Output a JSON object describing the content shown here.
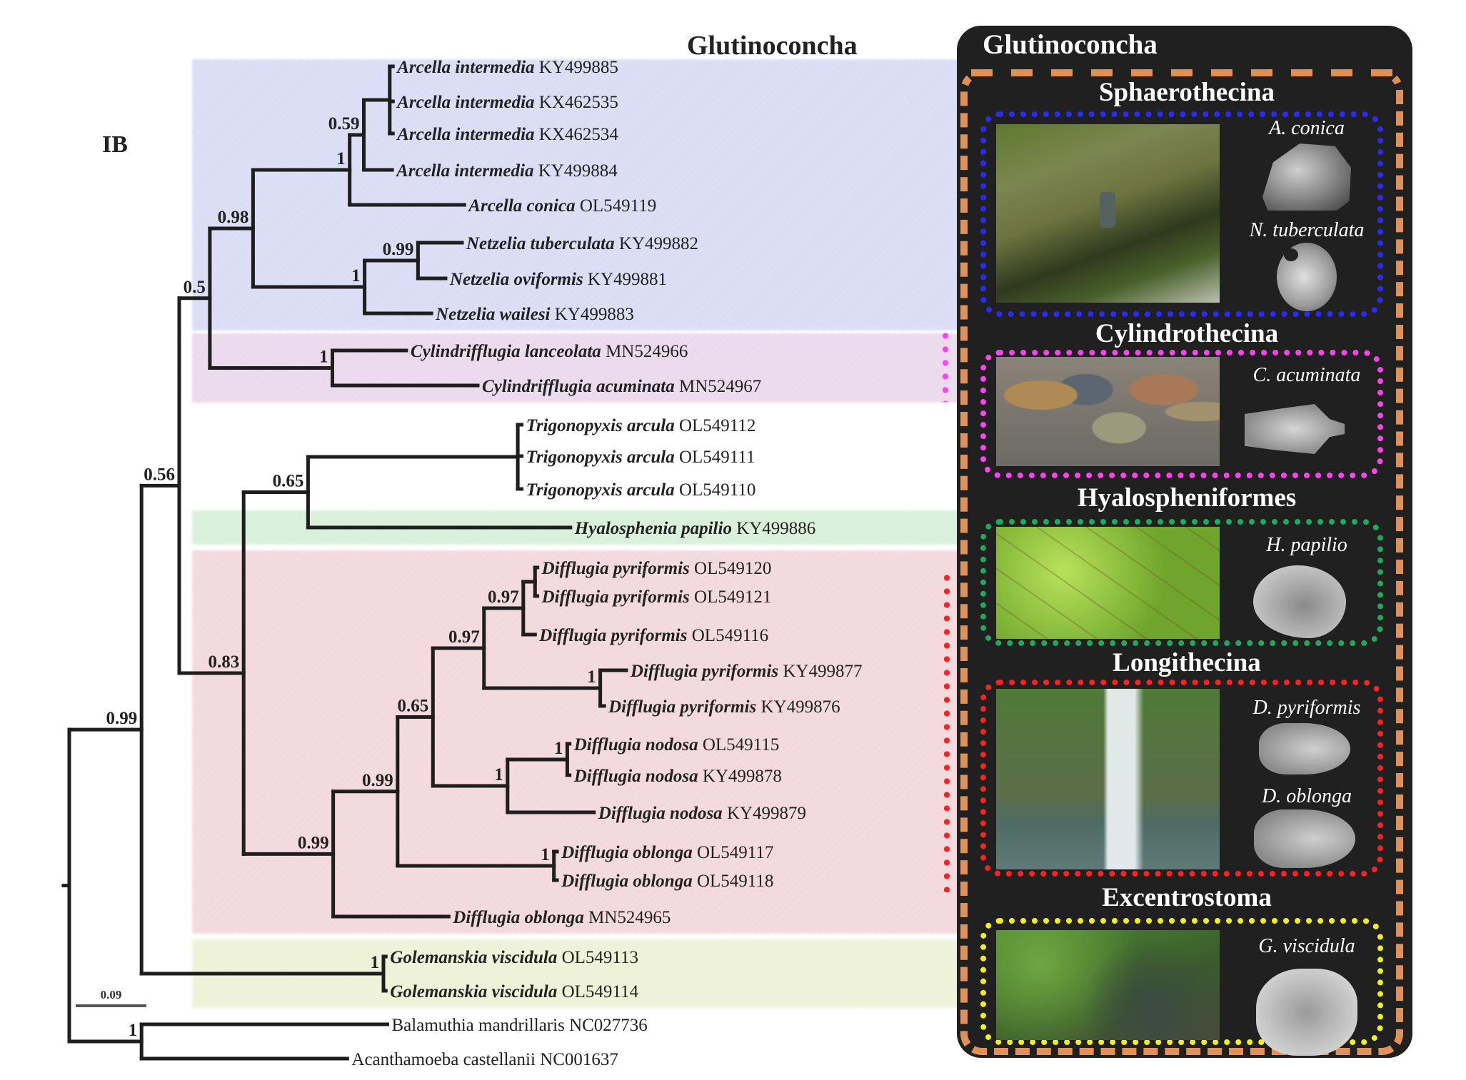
{
  "figure": {
    "panel_label": "IB",
    "clade_title": "Glutinoconcha",
    "scale_bar": {
      "label": "0.09",
      "value": 0.09
    }
  },
  "tree": {
    "support_values_note": "posterior probabilities shown at nodes",
    "root": {
      "children": [
        {
          "id": "ingroup",
          "length": 0.092,
          "support": "0.99",
          "children": [
            {
              "id": "n056",
              "length": 0.048,
              "support": "0.56",
              "children": [
                {
                  "id": "n05",
                  "length": 0.039,
                  "support": "0.5",
                  "children": [
                    {
                      "id": "n098",
                      "length": 0.055,
                      "support": "0.98",
                      "children": [
                        {
                          "id": "arcella",
                          "length": 0.123,
                          "support": "1",
                          "children": [
                            {
                              "id": "n059",
                              "length": 0.018,
                              "support": "0.59",
                              "children": [
                                {
                                  "id": "arcella_int",
                                  "length": 0.033,
                                  "support": "",
                                  "children": [
                                    {
                                      "leaf": 0,
                                      "length": 0.004
                                    },
                                    {
                                      "leaf": 1,
                                      "length": 0.004
                                    },
                                    {
                                      "leaf": 2,
                                      "length": 0.004
                                    }
                                  ]
                                },
                                {
                                  "leaf": 3,
                                  "length": 0.036
                                }
                              ]
                            },
                            {
                              "leaf": 4,
                              "length": 0.146
                            }
                          ]
                        },
                        {
                          "id": "netzelia",
                          "length": 0.142,
                          "support": "1",
                          "children": [
                            {
                              "id": "n099a",
                              "length": 0.068,
                              "support": "0.99",
                              "children": [
                                {
                                  "leaf": 5,
                                  "length": 0.056
                                },
                                {
                                  "leaf": 6,
                                  "length": 0.035
                                }
                              ]
                            },
                            {
                              "leaf": 7,
                              "length": 0.085
                            }
                          ]
                        }
                      ]
                    },
                    {
                      "id": "cylindrifflugia",
                      "length": 0.156,
                      "support": "1",
                      "children": [
                        {
                          "leaf": 8,
                          "length": 0.094
                        },
                        {
                          "leaf": 9,
                          "length": 0.185
                        }
                      ]
                    }
                  ]
                },
                {
                  "id": "n083",
                  "length": 0.082,
                  "support": "0.83",
                  "children": [
                    {
                      "id": "n065a",
                      "length": 0.082,
                      "support": "0.65",
                      "children": [
                        {
                          "id": "trigonopyxis",
                          "length": 0.267,
                          "support": "",
                          "children": [
                            {
                              "leaf": 10,
                              "length": 0.005
                            },
                            {
                              "leaf": 11,
                              "length": 0.005
                            },
                            {
                              "leaf": 12,
                              "length": 0.005
                            }
                          ]
                        },
                        {
                          "leaf": 13,
                          "length": 0.334
                        }
                      ]
                    },
                    {
                      "id": "n099b",
                      "length": 0.114,
                      "support": "0.99",
                      "children": [
                        {
                          "id": "n099c",
                          "length": 0.082,
                          "support": "0.99",
                          "children": [
                            {
                              "id": "n065b",
                              "length": 0.045,
                              "support": "0.65",
                              "children": [
                                {
                                  "id": "n097a",
                                  "length": 0.065,
                                  "support": "0.97",
                                  "children": [
                                    {
                                      "id": "n097b",
                                      "length": 0.05,
                                      "support": "0.97",
                                      "children": [
                                        {
                                          "id": "pyr_ol",
                                          "length": 0.015,
                                          "support": "",
                                          "children": [
                                            {
                                              "leaf": 14,
                                              "length": 0.003
                                            },
                                            {
                                              "leaf": 15,
                                              "length": 0.003
                                            }
                                          ]
                                        },
                                        {
                                          "leaf": 16,
                                          "length": 0.015
                                        }
                                      ]
                                    },
                                    {
                                      "id": "pyr_ky",
                                      "length": 0.148,
                                      "support": "1",
                                      "children": [
                                        {
                                          "leaf": 17,
                                          "length": 0.033
                                        },
                                        {
                                          "leaf": 18,
                                          "length": 0.005
                                        }
                                      ]
                                    }
                                  ]
                                },
                                {
                                  "id": "nodosa",
                                  "length": 0.095,
                                  "support": "1",
                                  "children": [
                                    {
                                      "id": "nodosa_in",
                                      "length": 0.076,
                                      "support": "1",
                                      "children": [
                                        {
                                          "leaf": 19,
                                          "length": 0.003
                                        },
                                        {
                                          "leaf": 20,
                                          "length": 0.003
                                        }
                                      ]
                                    },
                                    {
                                      "leaf": 21,
                                      "length": 0.11
                                    }
                                  ]
                                }
                              ]
                            },
                            {
                              "id": "oblonga",
                              "length": 0.199,
                              "support": "1",
                              "children": [
                                {
                                  "leaf": 22,
                                  "length": 0.004
                                },
                                {
                                  "leaf": 23,
                                  "length": 0.004
                                }
                              ]
                            }
                          ]
                        },
                        {
                          "leaf": 24,
                          "length": 0.147
                        }
                      ]
                    }
                  ]
                }
              ]
            },
            {
              "id": "golemanskia",
              "length": 0.308,
              "support": "1",
              "children": [
                {
                  "leaf": 25,
                  "length": 0.003
                },
                {
                  "leaf": 26,
                  "length": 0.003
                }
              ]
            }
          ]
        },
        {
          "id": "outgroup",
          "length": 0.092,
          "support": "1",
          "children": [
            {
              "leaf": 27,
              "length": 0.313
            },
            {
              "leaf": 28,
              "length": 0.262
            }
          ]
        }
      ]
    },
    "leaves": [
      {
        "species": "Arcella intermedia",
        "accession": "KY499885",
        "italic": true
      },
      {
        "species": "Arcella intermedia",
        "accession": "KX462535",
        "italic": true
      },
      {
        "species": "Arcella intermedia",
        "accession": "KX462534",
        "italic": true
      },
      {
        "species": "Arcella intermedia",
        "accession": "KY499884",
        "italic": true
      },
      {
        "species": "Arcella conica",
        "accession": "OL549119",
        "italic": true
      },
      {
        "species": "Netzelia tuberculata",
        "accession": "KY499882",
        "italic": true
      },
      {
        "species": "Netzelia oviformis",
        "accession": "KY499881",
        "italic": true
      },
      {
        "species": "Netzelia wailesi",
        "accession": "KY499883",
        "italic": true
      },
      {
        "species": "Cylindrifflugia lanceolata",
        "accession": "MN524966",
        "italic": true
      },
      {
        "species": "Cylindrifflugia acuminata",
        "accession": "MN524967",
        "italic": true
      },
      {
        "species": "Trigonopyxis arcula",
        "accession": "OL549112",
        "italic": true
      },
      {
        "species": "Trigonopyxis arcula",
        "accession": "OL549111",
        "italic": true
      },
      {
        "species": "Trigonopyxis arcula",
        "accession": "OL549110",
        "italic": true
      },
      {
        "species": "Hyalosphenia papilio",
        "accession": "KY499886",
        "italic": true
      },
      {
        "species": "Difflugia pyriformis",
        "accession": "OL549120",
        "italic": true
      },
      {
        "species": "Difflugia pyriformis",
        "accession": "OL549121",
        "italic": true
      },
      {
        "species": "Difflugia pyriformis",
        "accession": "OL549116",
        "italic": true
      },
      {
        "species": "Difflugia pyriformis",
        "accession": "KY499877",
        "italic": true
      },
      {
        "species": "Difflugia pyriformis",
        "accession": "KY499876",
        "italic": true
      },
      {
        "species": "Difflugia nodosa",
        "accession": "OL549115",
        "italic": true
      },
      {
        "species": "Difflugia nodosa",
        "accession": "KY499878",
        "italic": true
      },
      {
        "species": "Difflugia nodosa",
        "accession": "KY499879",
        "italic": true
      },
      {
        "species": "Difflugia oblonga",
        "accession": "OL549117",
        "italic": true
      },
      {
        "species": "Difflugia oblonga",
        "accession": "OL549118",
        "italic": true
      },
      {
        "species": "Difflugia oblonga",
        "accession": "MN524965",
        "italic": true
      },
      {
        "species": "Golemanskia viscidula",
        "accession": "OL549113",
        "italic": true
      },
      {
        "species": "Golemanskia viscidula",
        "accession": "OL549114",
        "italic": true
      },
      {
        "species": "Balamuthia mandrillaris",
        "accession": "NC027736",
        "italic": false
      },
      {
        "species": "Acanthamoeba castellanii",
        "accession": "NC001637",
        "italic": false
      }
    ]
  },
  "clade_bands": [
    {
      "name": "Sphaerothecina",
      "color": "#d9dcf5",
      "from_leaf": 0,
      "to_leaf": 7
    },
    {
      "name": "Cylindrothecina",
      "color": "#ead9ec",
      "from_leaf": 8,
      "to_leaf": 9
    },
    {
      "name": "Hyalospheniformes",
      "color": "#d8f0da",
      "from_leaf": 13,
      "to_leaf": 13
    },
    {
      "name": "Longithecina",
      "color": "#f3d8dd",
      "from_leaf": 14,
      "to_leaf": 24
    },
    {
      "name": "Excentrostoma",
      "color": "#eef2d6",
      "from_leaf": 25,
      "to_leaf": 26
    }
  ],
  "side_markers": [
    {
      "color": "#ff44ee",
      "group": "Cylindrothecina"
    },
    {
      "color": "#ff2222",
      "group": "Longithecina"
    }
  ],
  "panel": {
    "title": "Glutinoconcha",
    "frame_color": "#e0915a",
    "background": "#202020",
    "groups": [
      {
        "title": "Sphaerothecina",
        "border_color": "#2a2aff",
        "photo": "habitat-photo-concrete-drain",
        "specimens": [
          {
            "label": "A. conica",
            "image": "sem-arcella-conica"
          },
          {
            "label": "N. tuberculata",
            "image": "sem-netzelia-tuberculata"
          }
        ]
      },
      {
        "title": "Cylindrothecina",
        "border_color": "#ff44ee",
        "photo": "habitat-photo-river-pebbles",
        "specimens": [
          {
            "label": "C. acuminata",
            "image": "sem-cylindrifflugia-acuminata"
          }
        ]
      },
      {
        "title": "Hyalospheniformes",
        "border_color": "#1eaa5a",
        "photo": "habitat-photo-moss",
        "specimens": [
          {
            "label": "H. papilio",
            "image": "sem-hyalosphenia-papilio"
          }
        ]
      },
      {
        "title": "Longithecina",
        "border_color": "#ff2222",
        "photo": "habitat-photo-waterfall",
        "specimens": [
          {
            "label": "D. pyriformis",
            "image": "sem-difflugia-pyriformis"
          },
          {
            "label": "D. oblonga",
            "image": "sem-difflugia-oblonga"
          }
        ]
      },
      {
        "title": "Excentrostoma",
        "border_color": "#f2f21a",
        "photo": "habitat-photo-stream-vegetation",
        "specimens": [
          {
            "label": "G. viscidula",
            "image": "sem-golemanskia-viscidula"
          }
        ]
      }
    ]
  }
}
